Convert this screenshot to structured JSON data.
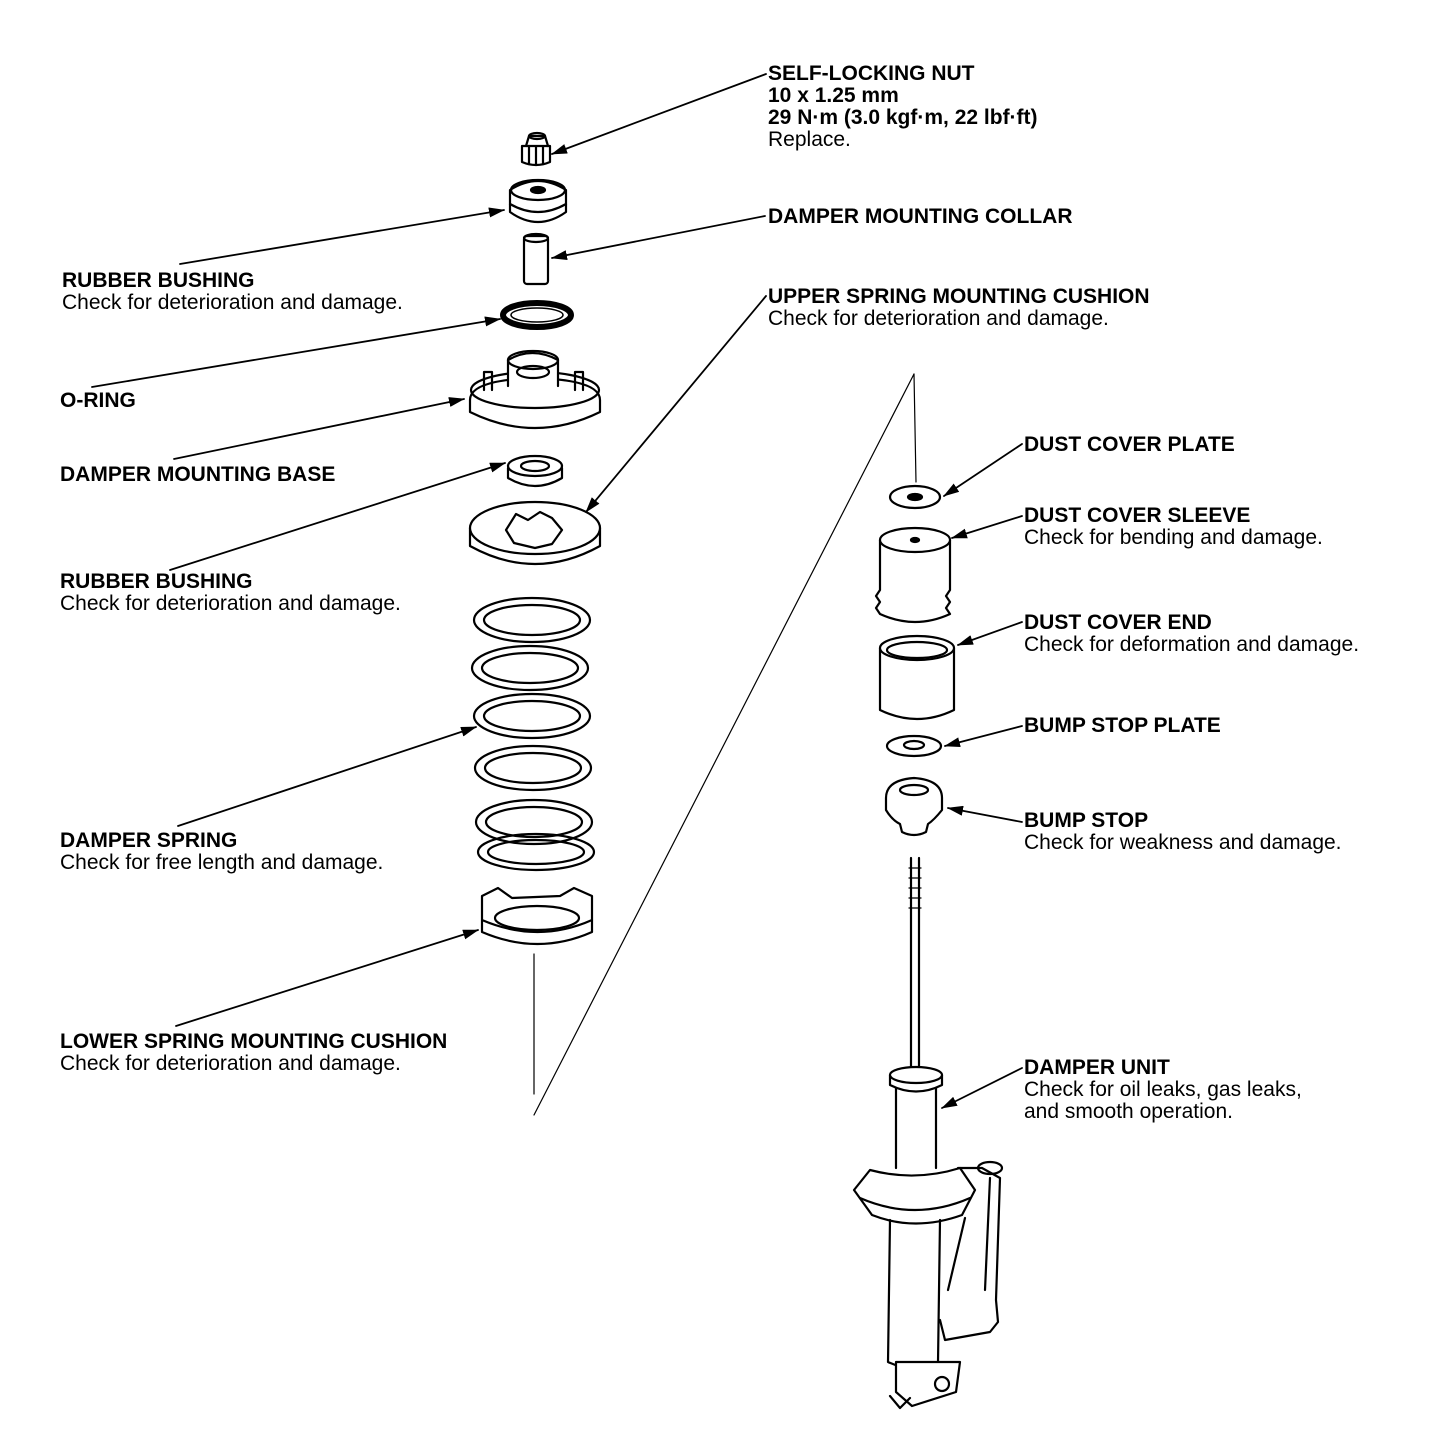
{
  "callouts": {
    "self_locking_nut": {
      "title": "SELF-LOCKING NUT",
      "lines": [
        "10 x 1.25 mm",
        "29 N·m (3.0 kgf·m, 22 lbf·ft)",
        "Replace."
      ]
    },
    "damper_mounting_collar": {
      "title": "DAMPER MOUNTING COLLAR"
    },
    "rubber_bushing_upper": {
      "title": "RUBBER BUSHING",
      "note": "Check for deterioration and damage."
    },
    "upper_spring_mounting_cushion": {
      "title": "UPPER SPRING MOUNTING CUSHION",
      "note": "Check for deterioration and damage."
    },
    "o_ring": {
      "title": "O-RING"
    },
    "damper_mounting_base": {
      "title": "DAMPER MOUNTING BASE"
    },
    "rubber_bushing_lower": {
      "title": "RUBBER BUSHING",
      "note": "Check for deterioration and damage."
    },
    "dust_cover_plate": {
      "title": "DUST COVER PLATE"
    },
    "dust_cover_sleeve": {
      "title": "DUST COVER SLEEVE",
      "note": "Check for bending and damage."
    },
    "dust_cover_end": {
      "title": "DUST COVER END",
      "note": "Check for deformation and damage."
    },
    "bump_stop_plate": {
      "title": "BUMP STOP PLATE"
    },
    "bump_stop": {
      "title": "BUMP STOP",
      "note": "Check for weakness and damage."
    },
    "damper_spring": {
      "title": "DAMPER SPRING",
      "note": "Check for free length and damage."
    },
    "lower_spring_mounting_cushion": {
      "title": "LOWER SPRING MOUNTING CUSHION",
      "note": "Check for deterioration and damage."
    },
    "damper_unit": {
      "title": "DAMPER UNIT",
      "lines": [
        "Check for oil leaks, gas leaks,",
        "and smooth operation."
      ]
    }
  }
}
